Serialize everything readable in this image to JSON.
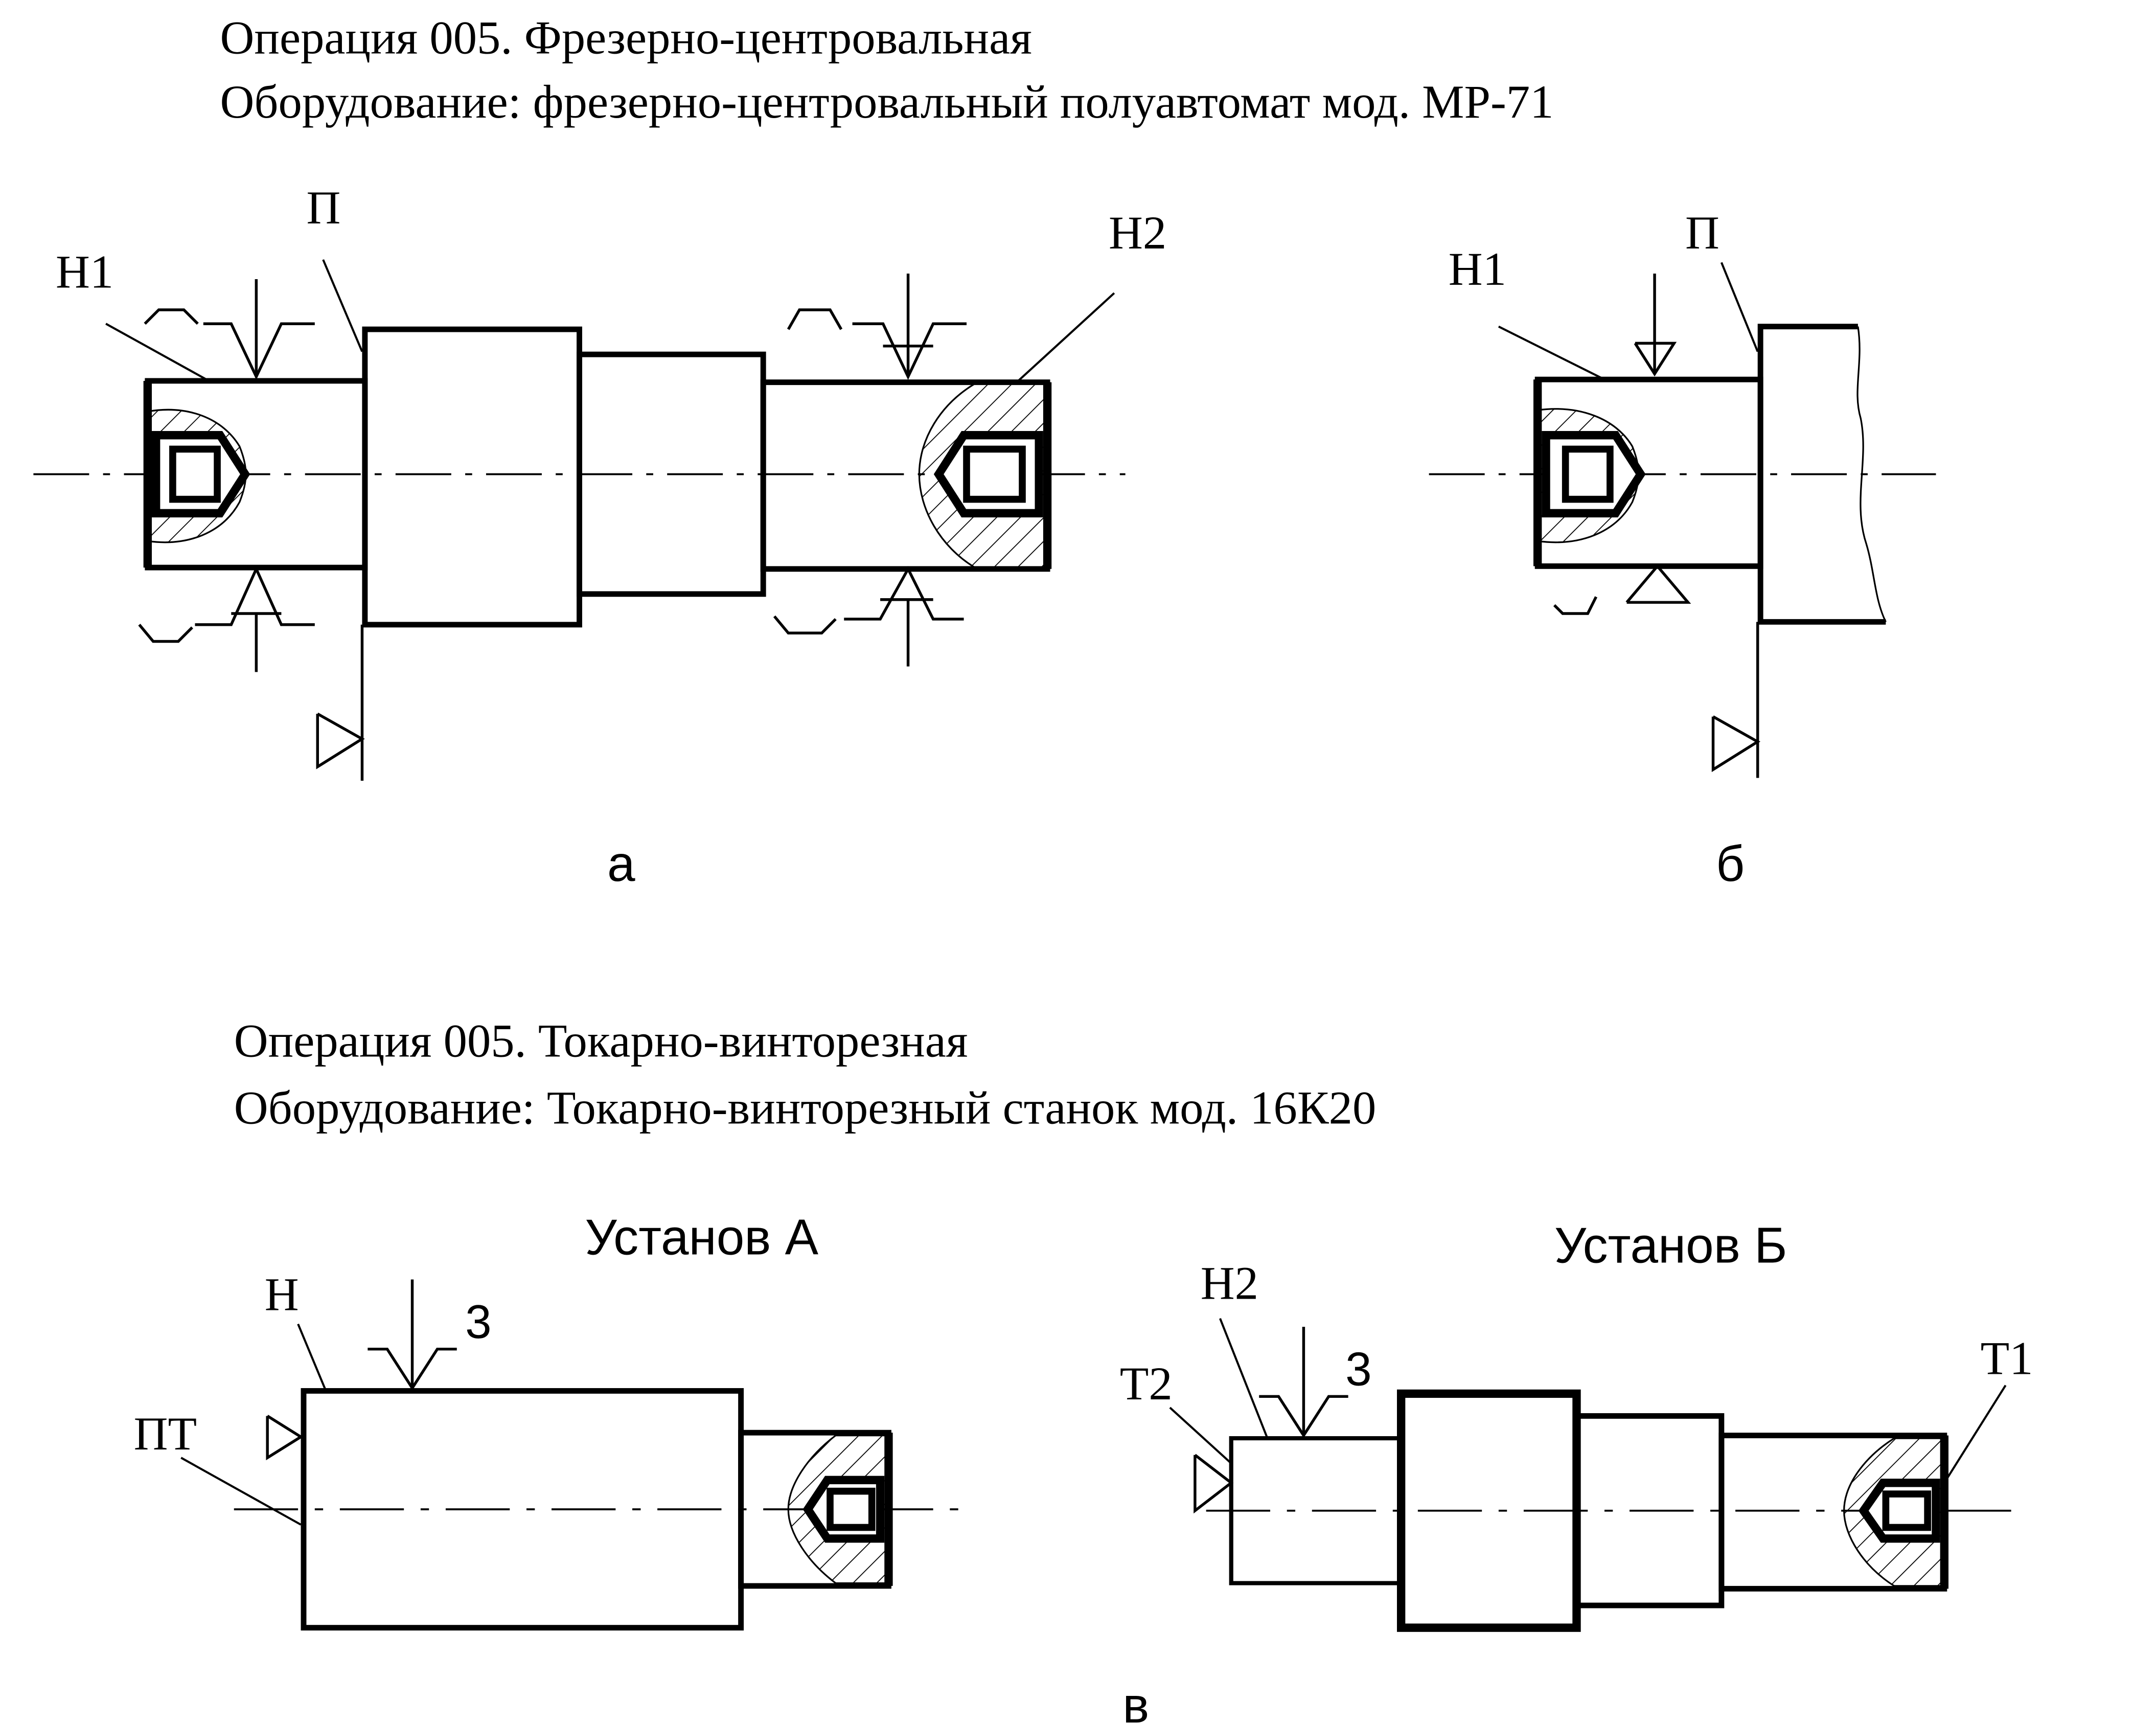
{
  "operation1": {
    "title": "Операция  005. Фрезерно-центровальная",
    "equipment": "Оборудование: фрезерно-центровальный полуавтомат мод. МР-71"
  },
  "operation2": {
    "title": "Операция  005. Токарно-винторезная",
    "equipment": "Оборудование: Токарно-винторезный станок  мод. 16К20"
  },
  "fig_a": {
    "P": "П",
    "H1": "Н1",
    "H2": "Н2",
    "caption": "а"
  },
  "fig_b": {
    "P": "П",
    "H1": "Н1",
    "caption": "б"
  },
  "setup_a": {
    "title": "Установ А",
    "H": "Н",
    "Z": "3",
    "PT": "ПТ"
  },
  "setup_b": {
    "title": "Установ Б",
    "H2": "Н2",
    "Z": "3",
    "T2": "Т2",
    "T1": "Т1"
  },
  "caption_v": "в"
}
